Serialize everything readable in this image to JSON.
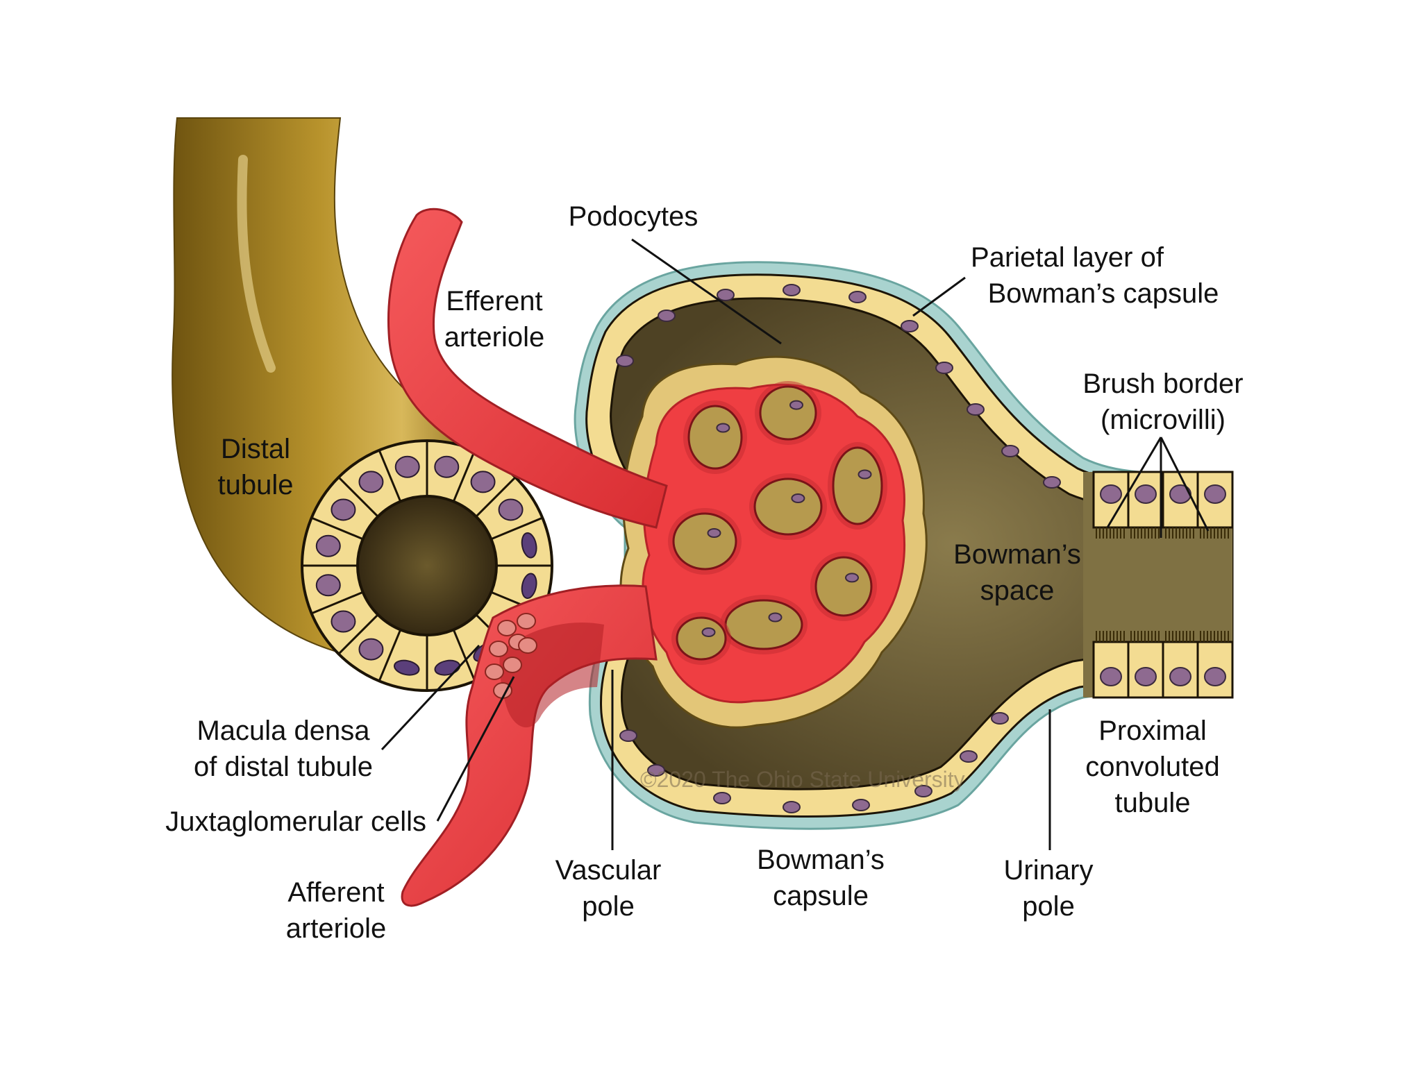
{
  "labels": {
    "podocytes": "Podocytes",
    "efferent_1": "Efferent",
    "efferent_2": "arteriole",
    "parietal_1": "Parietal layer of",
    "parietal_2": "Bowman’s capsule",
    "brush_1": "Brush border",
    "brush_2": "(microvilli)",
    "distal_1": "Distal",
    "distal_2": "tubule",
    "space_1": "Bowman’s",
    "space_2": "space",
    "macula_1": "Macula densa",
    "macula_2": "of distal tubule",
    "jg": "Juxtaglomerular cells",
    "afferent_1": "Afferent",
    "afferent_2": "arteriole",
    "vascular_1": "Vascular",
    "vascular_2": "pole",
    "capsule_1": "Bowman’s",
    "capsule_2": "capsule",
    "urinary_1": "Urinary",
    "urinary_2": "pole",
    "proximal_1": "Proximal",
    "proximal_2": "convoluted",
    "proximal_3": "tubule"
  },
  "watermark": "©2020 The Ohio State University",
  "colors": {
    "blood_vessel": "#ef3e42",
    "tubule": "#9a7a1e",
    "capsule_space": "#7f7143",
    "cell": "#f3dc92",
    "nucleus": "#8e6a90",
    "capsule_edge": "#a9d3cf"
  }
}
